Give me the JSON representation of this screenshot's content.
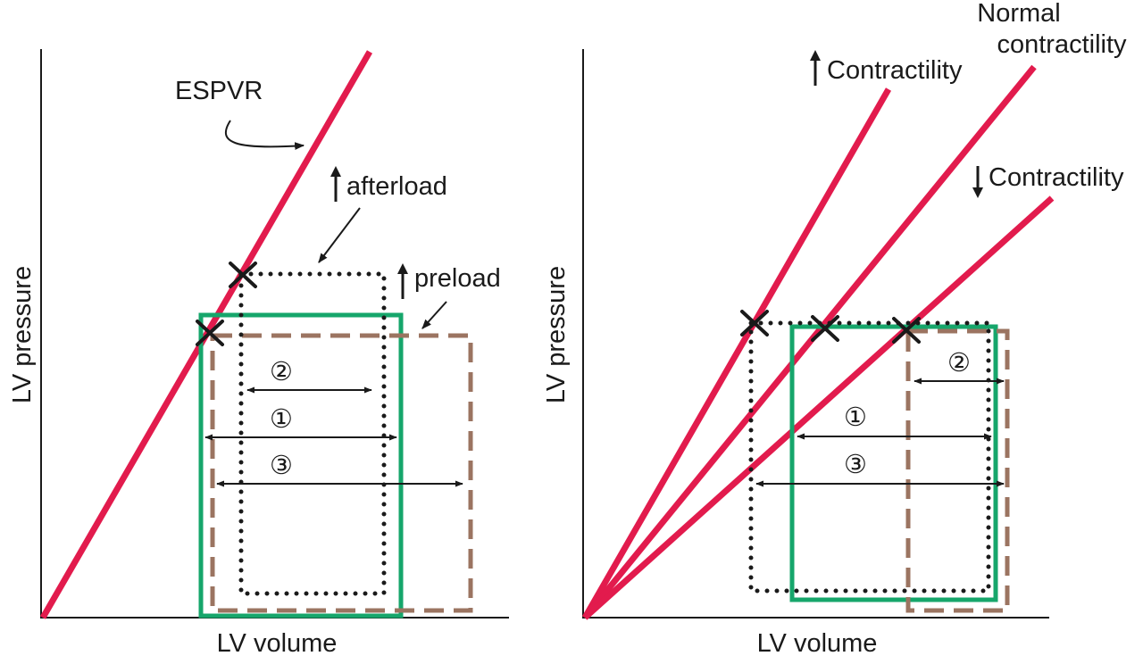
{
  "left_panel": {
    "y_axis_label": "LV pressure",
    "x_axis_label": "LV volume",
    "espvr_label": "ESPVR",
    "afterload_label": "afterload",
    "preload_label": "preload",
    "width_labels": [
      "②",
      "①",
      "③"
    ]
  },
  "right_panel": {
    "y_axis_label": "LV pressure",
    "x_axis_label": "LV volume",
    "up_contractility_label": "Contractility",
    "normal_contractility_line1": "Normal",
    "normal_contractility_line2": "contractility",
    "down_contractility_label": "Contractility",
    "width_labels": [
      "②",
      "①",
      "③"
    ]
  },
  "colors": {
    "espvr": "#e21b4d",
    "baseline_loop": "#16a66b",
    "afterload_loop": "#1a1a1a",
    "preload_loop": "#9b7461"
  }
}
